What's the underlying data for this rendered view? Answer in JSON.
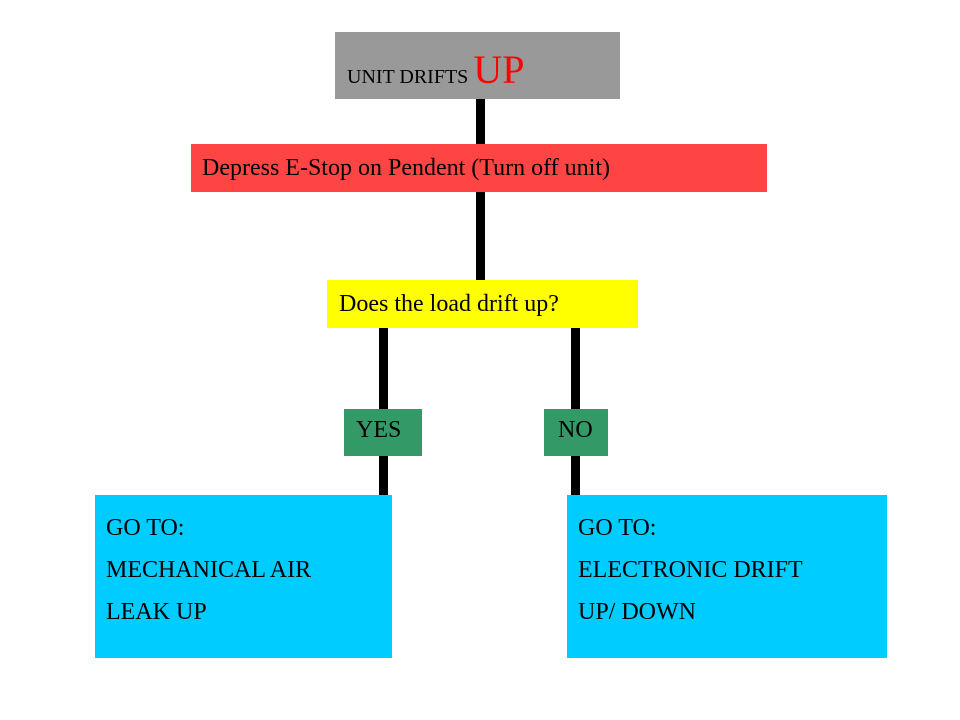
{
  "colors": {
    "top_box": "#999999",
    "top_emphasis": "#ff0000",
    "step_box": "#ff4444",
    "question_box": "#ffff00",
    "answer_box": "#339966",
    "result_box": "#00ccff",
    "connector": "#000000"
  },
  "top": {
    "text": "UNIT DRIFTS ",
    "emphasis": "UP"
  },
  "step": {
    "text": "Depress E-Stop on Pendent (Turn off unit)"
  },
  "question": {
    "text": "Does the load drift up?"
  },
  "answers": {
    "yes": "YES",
    "no": "NO"
  },
  "results": {
    "left": {
      "lines": [
        "GO TO:",
        "MECHANICAL AIR",
        "LEAK UP"
      ]
    },
    "right": {
      "lines": [
        "GO TO:",
        "ELECTRONIC DRIFT",
        "UP/ DOWN"
      ]
    }
  }
}
